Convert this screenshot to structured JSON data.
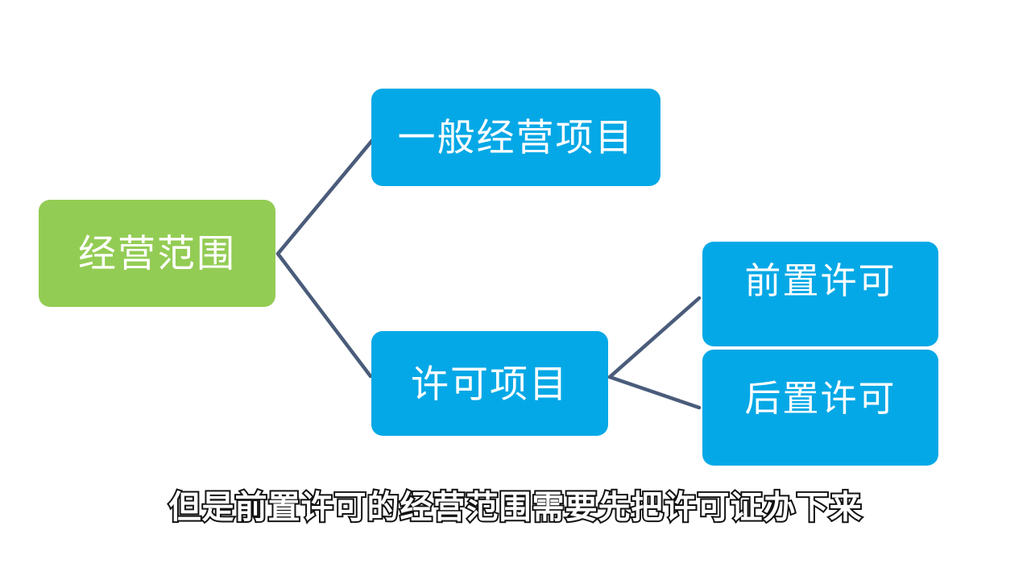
{
  "diagram": {
    "title_node": {
      "label": "经营范围",
      "color": "#93cc54"
    },
    "nodes": [
      {
        "id": "general",
        "label": "一般经营项目",
        "color": "#05a8e6"
      },
      {
        "id": "licensed",
        "label": "许可项目",
        "color": "#05a8e6"
      },
      {
        "id": "pre",
        "label": "前置许可",
        "color": "#05a8e6"
      },
      {
        "id": "post",
        "label": "后置许可",
        "color": "#05a8e6"
      }
    ],
    "connector_color": "#4a5c7a",
    "background_color": "#ffffff"
  },
  "caption": {
    "text": "但是前置许可的经营范围需要先把许可证办下来",
    "fill_color": "#ffffff",
    "outline_color": "#111111"
  }
}
